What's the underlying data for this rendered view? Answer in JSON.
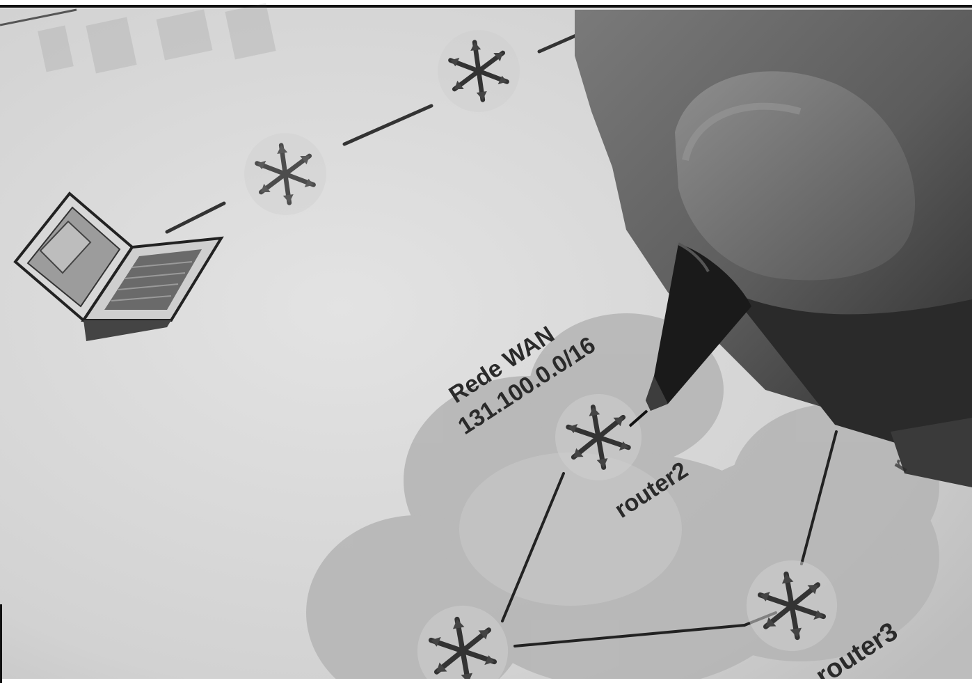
{
  "scene": {
    "network_label_line1": "Rede WAN",
    "network_label_line2": "131.100.0.0/16",
    "router2_label": "router2",
    "router3_label": "router3"
  },
  "colors": {
    "paper": "#d6d6d6",
    "cloud": "#b8b8b8",
    "hand": "#5a5a5a",
    "pen": "#1a1a1a",
    "ink": "#2a2a2a"
  },
  "icons": [
    "laptop-icon",
    "router-icon",
    "pen",
    "hand"
  ]
}
